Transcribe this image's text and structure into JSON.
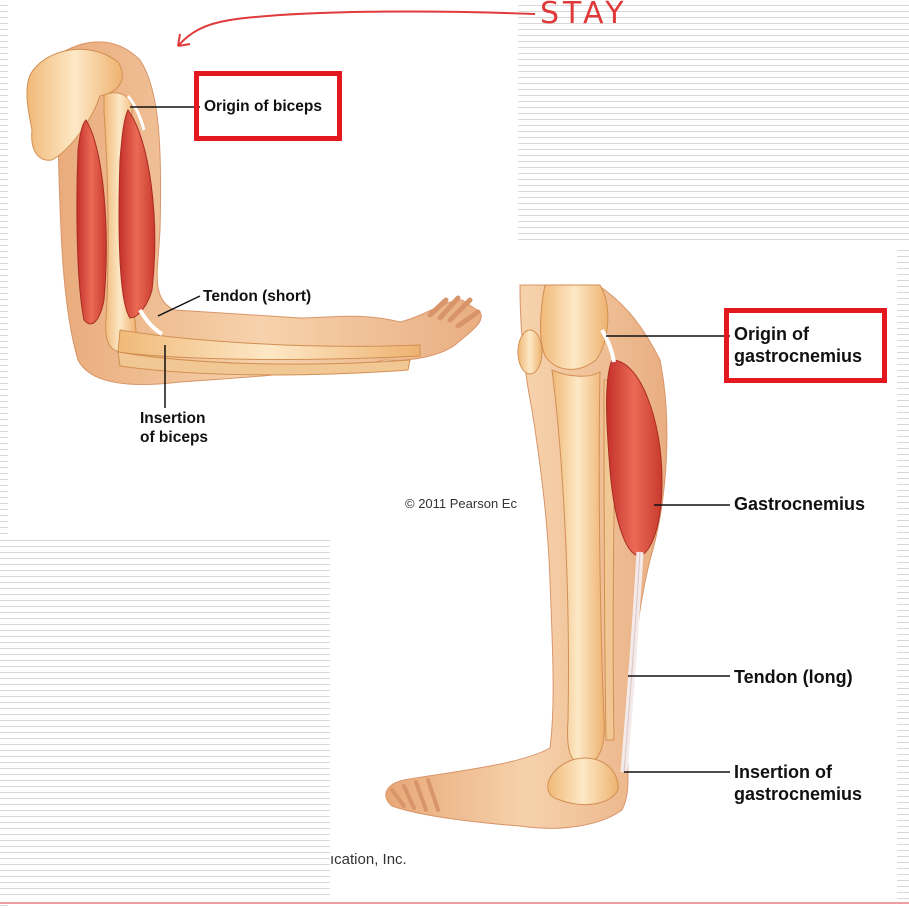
{
  "annotation": {
    "handwritten": "STAY"
  },
  "arm": {
    "origin_label": "Origin of biceps",
    "tendon_label": "Tendon (short)",
    "insertion_line1": "Insertion",
    "insertion_line2": "of biceps"
  },
  "leg": {
    "origin_line1": "Origin of",
    "origin_line2": "gastrocnemius",
    "muscle_label": "Gastrocnemius",
    "tendon_label": "Tendon (long)",
    "insertion_line1": "Insertion of",
    "insertion_line2": "gastrocnemius"
  },
  "credit": {
    "part1": "© 2011 Pearson Ec",
    "part2": "ıcation, Inc."
  },
  "colors": {
    "highlight_box": "#e4181f",
    "annotation_ink": "#e03a3a",
    "skin": "#f3c9a0",
    "muscle": "#d8453a",
    "bone": "#f6d9a8"
  }
}
